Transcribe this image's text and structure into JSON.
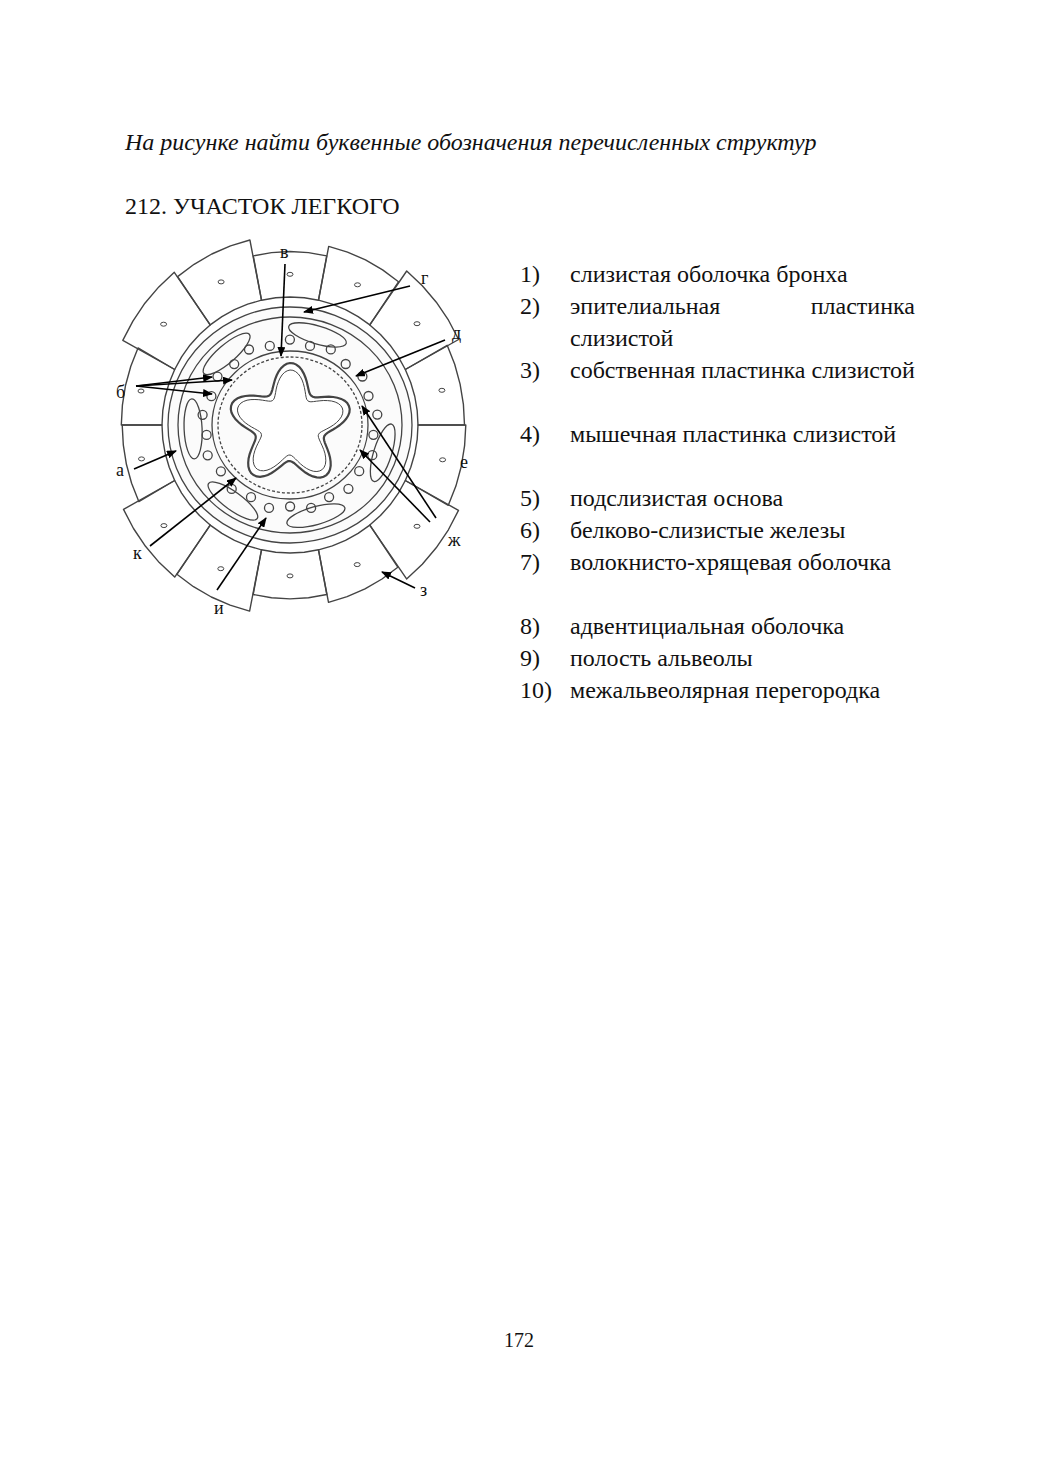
{
  "diagram": {
    "title": "212. УЧАСТОК ЛЕГКОГО",
    "labels": [
      "На рисунке найти буквенные обозначения перечисленных структур",
      "в",
      "г",
      "д",
      "б",
      "а",
      "е",
      "ж",
      "к",
      "з",
      "и",
      "1)",
      "слизистая оболочка бронха",
      "2)",
      "эпителиальная пластинка слизистой",
      "3)",
      "собственная пластинка слизистой",
      "4)",
      "мышечная пластинка слизистой",
      "5)",
      "подслизистая основа",
      "6)",
      "белково-слизистые железы",
      "7)",
      "волокнисто-хрящевая оболочка",
      "8)",
      "адвентициальная оболочка",
      "9)",
      "полость альвеолы",
      "10)",
      "межальвеолярная перегородка",
      "172"
    ]
  }
}
